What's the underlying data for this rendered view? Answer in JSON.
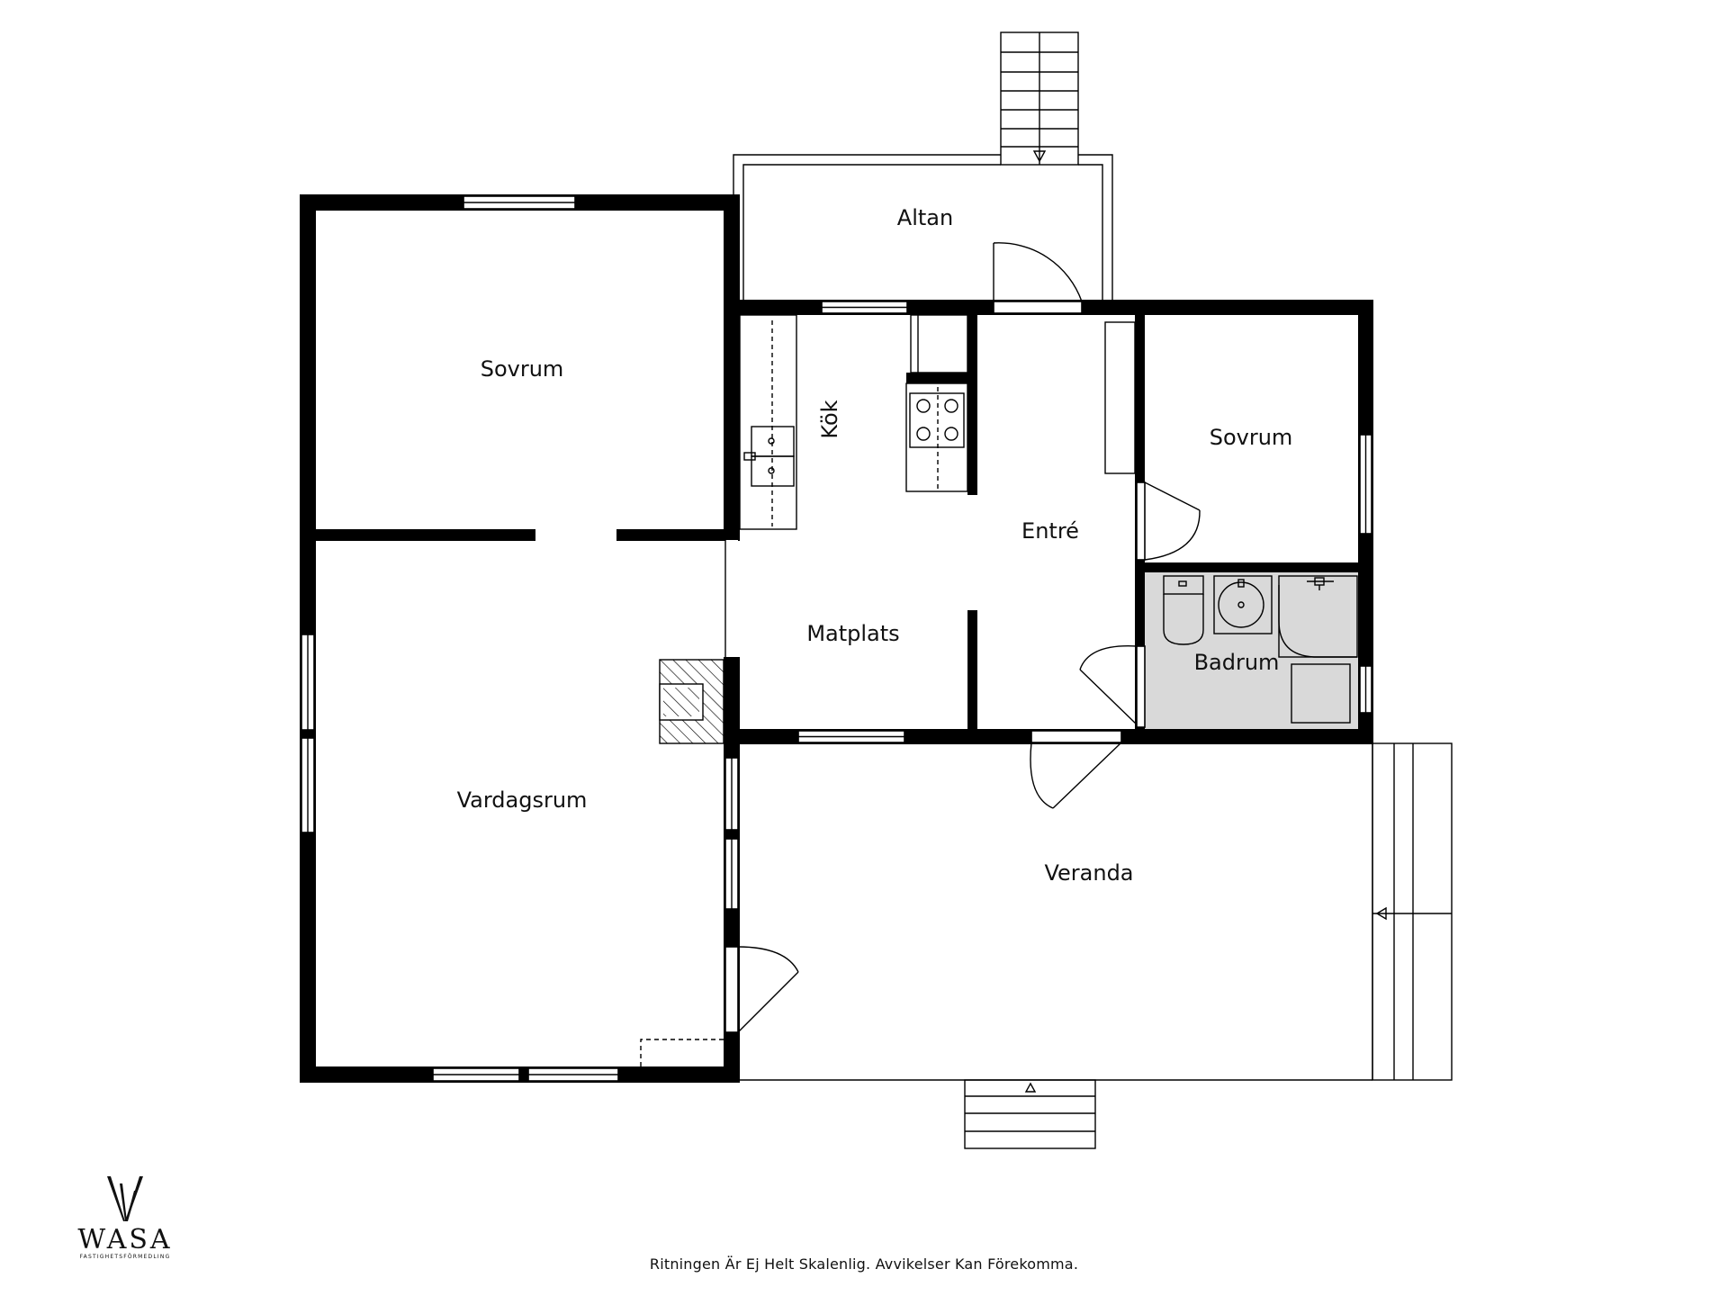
{
  "rooms": {
    "altan": "Altan",
    "sovrum_left": "Sovrum",
    "kok": "Kök",
    "entre": "Entré",
    "sovrum_right": "Sovrum",
    "badrum": "Badrum",
    "matplats": "Matplats",
    "vardagsrum": "Vardagsrum",
    "veranda": "Veranda"
  },
  "colors": {
    "wall": "#000000",
    "bathroom_fill": "#d9d9d9",
    "background": "#ffffff"
  },
  "logo": {
    "word": "WASA",
    "subtitle": "FASTIGHETSFÖRMEDLING"
  },
  "disclaimer": "Ritningen Är Ej Helt Skalenlig. Avvikelser Kan Förekomma."
}
